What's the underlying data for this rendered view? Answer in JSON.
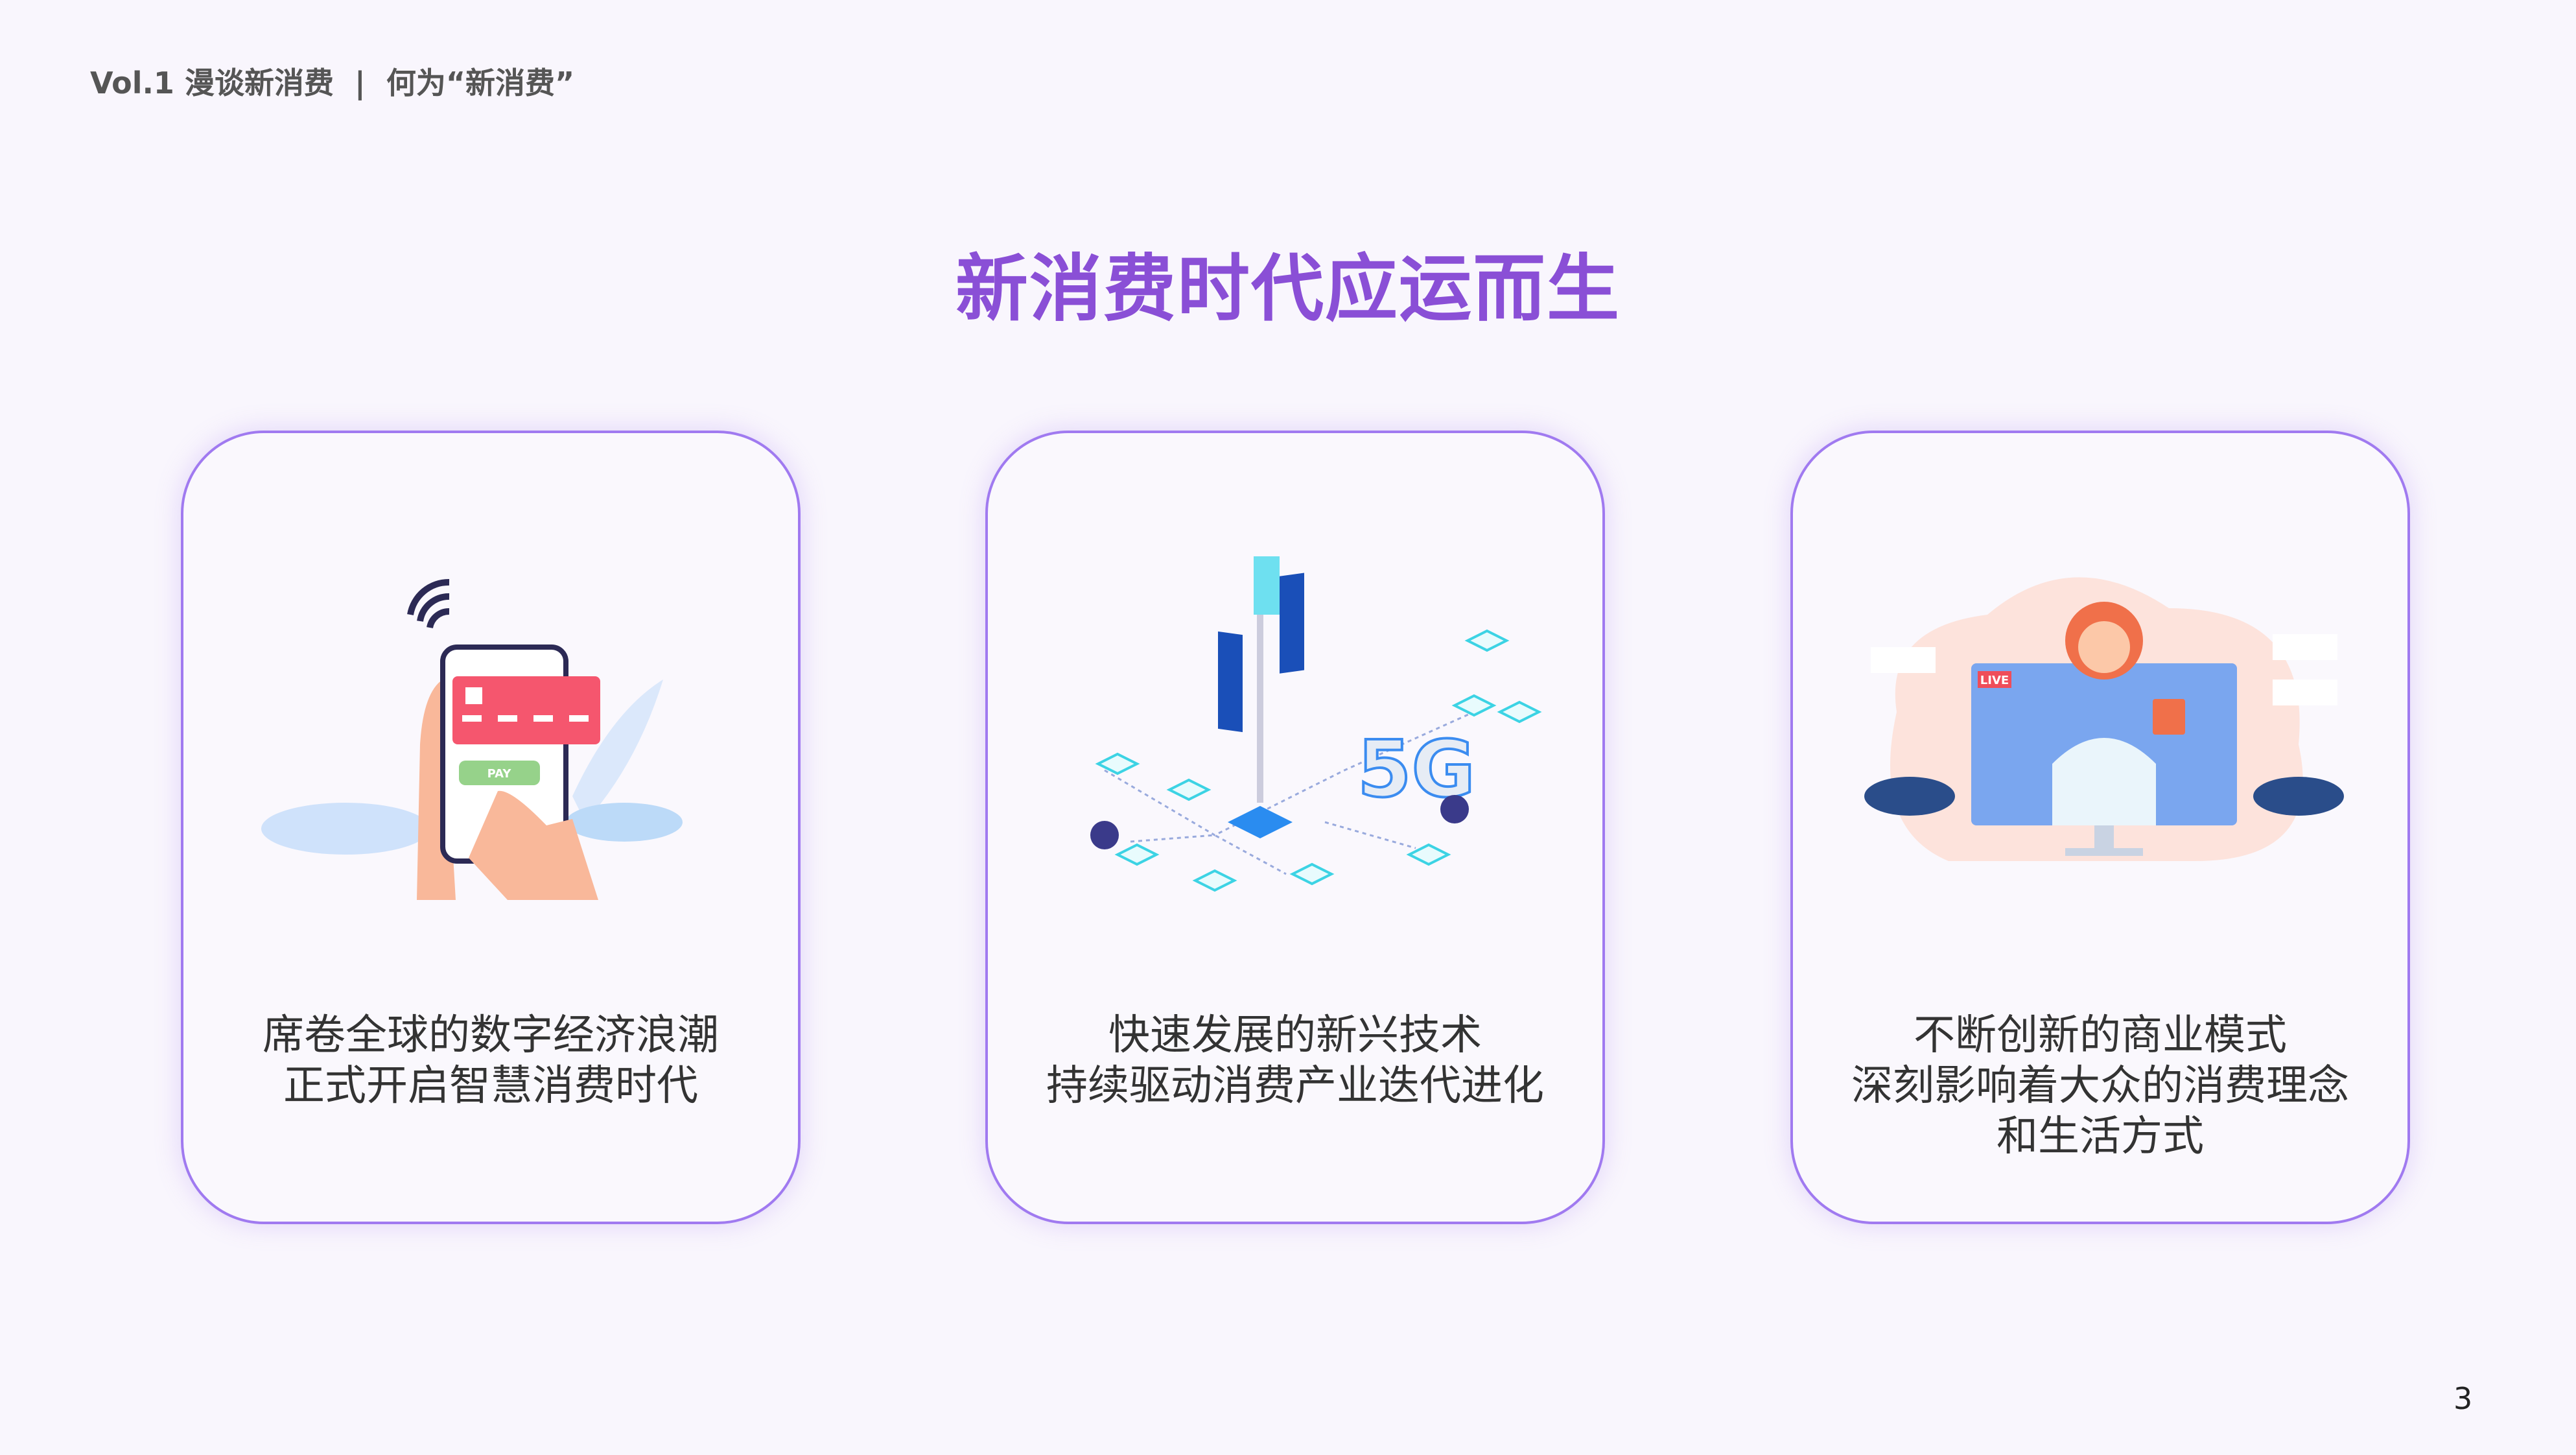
{
  "header": {
    "series": "Vol.1 漫谈新消费",
    "separator": "|",
    "section": "何为“新消费”"
  },
  "title": "新消费时代应运而生",
  "cards": [
    {
      "icon": "mobile-payment-illustration",
      "pay_label": "PAY",
      "lines": [
        "席卷全球的数字经济浪潮",
        "正式开启智慧消费时代"
      ]
    },
    {
      "icon": "5g-tower-illustration",
      "badge": "5G",
      "lines": [
        "快速发展的新兴技术",
        "持续驱动消费产业迭代进化"
      ]
    },
    {
      "icon": "live-streaming-illustration",
      "live_label": "LIVE",
      "lines": [
        "不断创新的商业模式",
        "深刻影响着大众的消费理念",
        "和生活方式"
      ]
    }
  ],
  "page_number": "3",
  "colors": {
    "accent": "#8a4fd6",
    "card_border": "#a07af0",
    "text": "#333333"
  }
}
